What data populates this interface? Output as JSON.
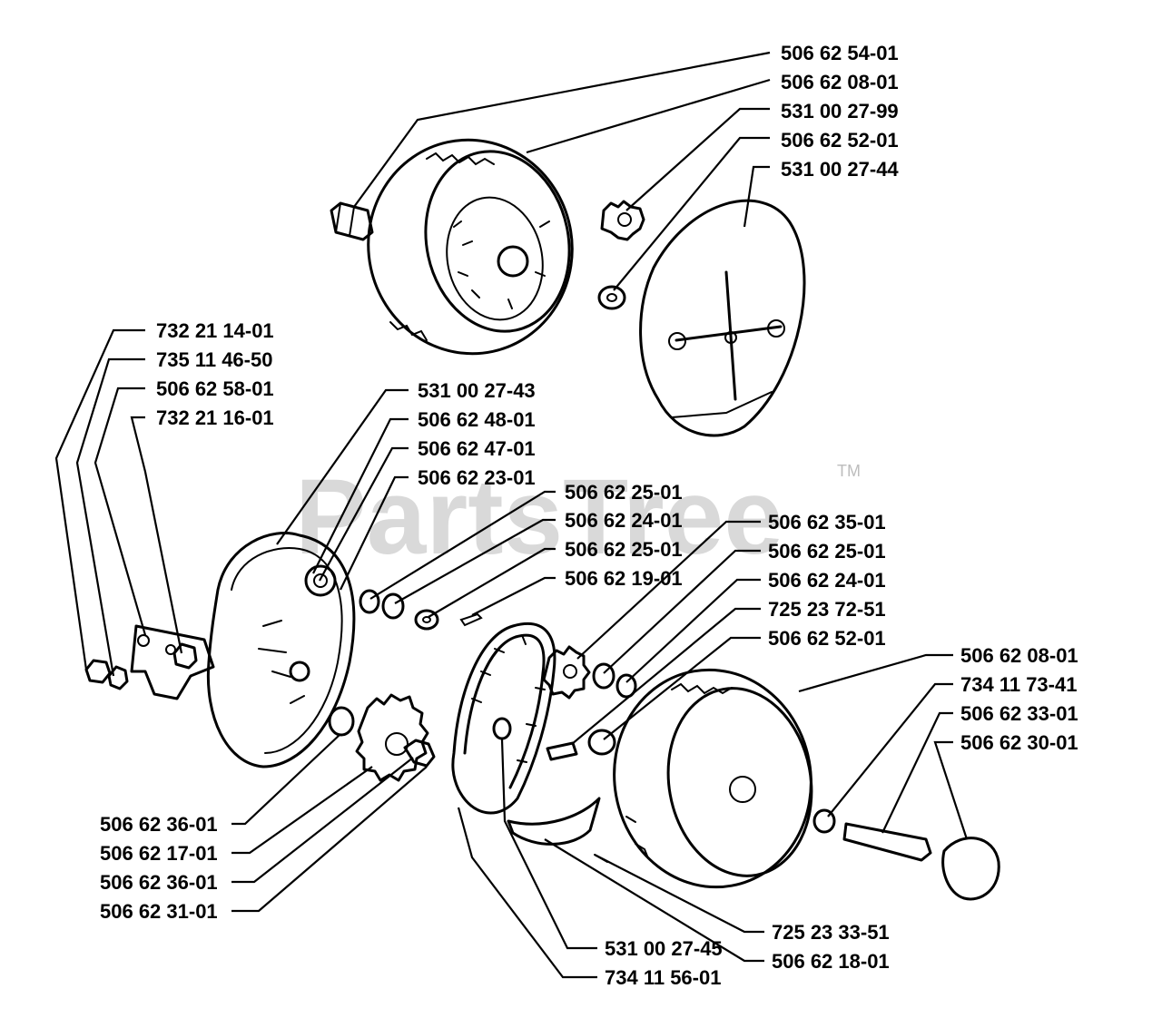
{
  "watermark": {
    "text": "PartsTree",
    "trademark": "TM"
  },
  "parts": {
    "top_right": [
      "506 62 54-01",
      "506 62 08-01",
      "531 00 27-99",
      "506 62 52-01",
      "531 00 27-44"
    ],
    "left_upper": [
      "732 21 14-01",
      "735 11 46-50",
      "506 62 58-01",
      "732 21 16-01"
    ],
    "center_upper": [
      "531 00 27-43",
      "506 62 48-01",
      "506 62 47-01",
      "506 62 23-01"
    ],
    "center_mid": [
      "506 62 25-01",
      "506 62 24-01",
      "506 62 25-01",
      "506 62 19-01"
    ],
    "center_right": [
      "506 62 35-01",
      "506 62 25-01",
      "506 62 24-01",
      "725 23 72-51",
      "506 62 52-01"
    ],
    "right_lower": [
      "506 62 08-01",
      "734 11 73-41",
      "506 62 33-01",
      "506 62 30-01"
    ],
    "left_lower": [
      "506 62 36-01",
      "506 62 17-01",
      "506 62 36-01",
      "506 62 31-01"
    ],
    "bottom_center": [
      "531 00 27-45",
      "734 11 56-01"
    ],
    "bottom_right": [
      "725 23 33-51",
      "506 62 18-01"
    ]
  }
}
